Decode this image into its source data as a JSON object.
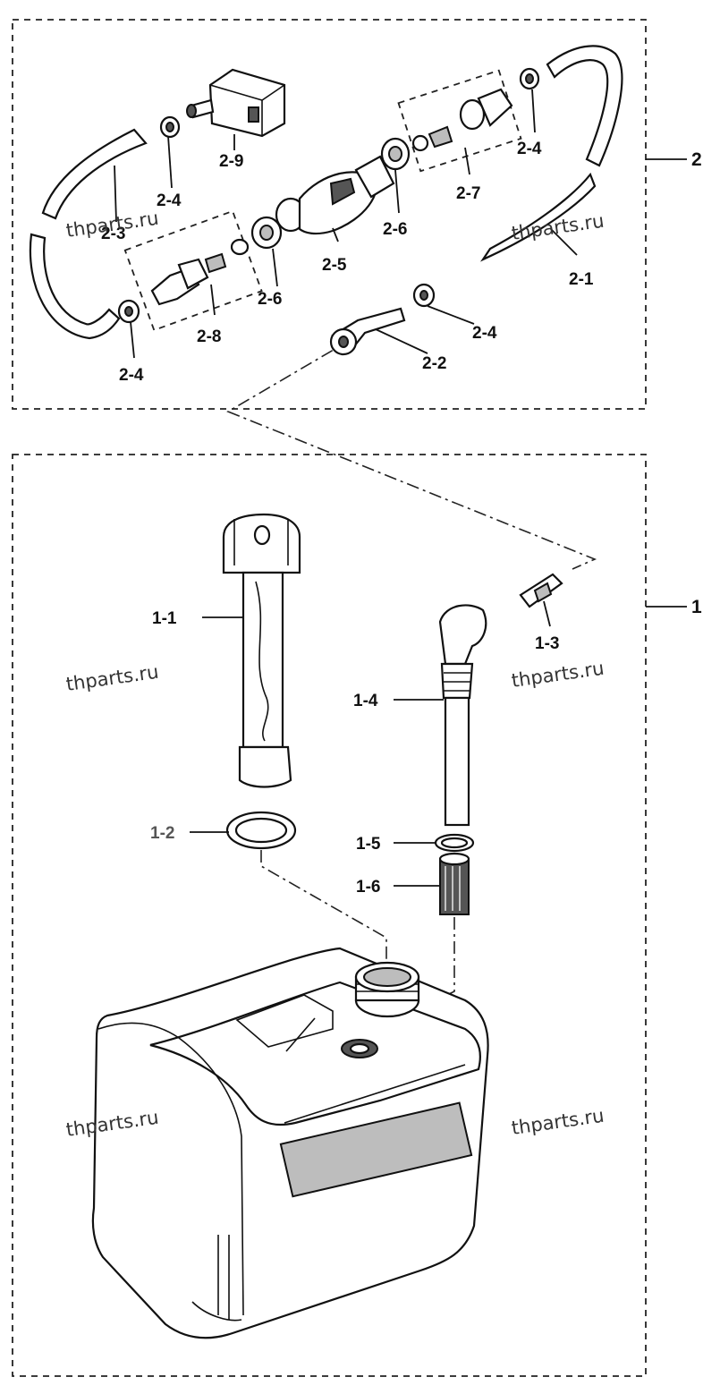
{
  "groups": [
    {
      "id": "2"
    },
    {
      "id": "1"
    }
  ],
  "labels": {
    "l_2_9": "2-9",
    "l_2_4_a": "2-4",
    "l_2_3": "2-3",
    "l_2_6_a": "2-6",
    "l_2_7": "2-7",
    "l_2_4_b": "2-4",
    "l_2_5": "2-5",
    "l_2_6_b": "2-6",
    "l_2_1": "2-1",
    "l_2_8": "2-8",
    "l_2_4_c": "2-4",
    "l_2_4_d": "2-4",
    "l_2_2": "2-2",
    "l_1_1": "1-1",
    "l_1_3": "1-3",
    "l_1_4": "1-4",
    "l_1_2": "1-2",
    "l_1_5": "1-5",
    "l_1_6": "1-6"
  },
  "watermark": "thparts.ru"
}
